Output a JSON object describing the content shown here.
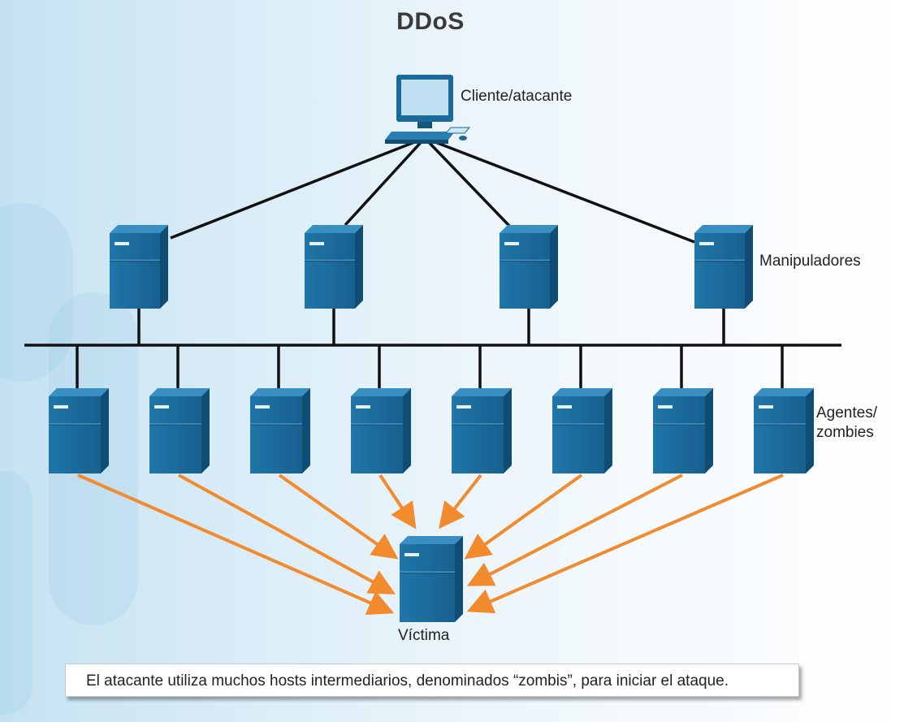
{
  "title": "DDoS",
  "nodes": {
    "attacker": {
      "label": "Cliente/atacante",
      "icon": "computer-icon"
    },
    "handlers": {
      "label": "Manipuladores",
      "count": 4,
      "icon": "server-icon"
    },
    "agents": {
      "label_line1": "Agentes/",
      "label_line2": "zombies",
      "count": 8,
      "icon": "server-icon"
    },
    "victim": {
      "label": "Víctima",
      "icon": "server-icon"
    }
  },
  "caption": "El atacante utiliza muchos hosts intermediarios, denominados “zombis”, para iniciar el ataque.",
  "colors": {
    "server_front": "#1b6a9a",
    "server_side": "#0f4d75",
    "server_top": "#3a8fc2",
    "link": "#111111",
    "attack_arrow": "#f28a2e"
  }
}
